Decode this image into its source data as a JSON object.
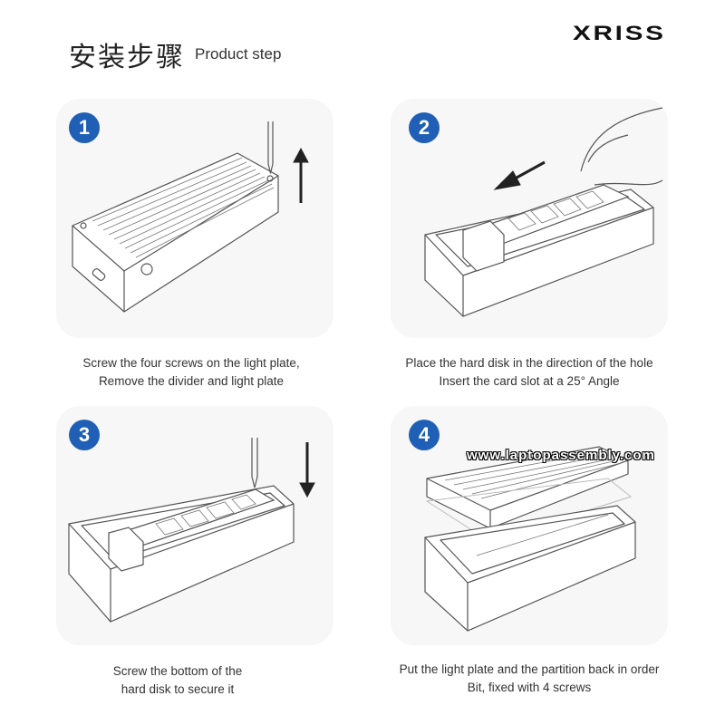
{
  "header": {
    "title_cn": "安装步骤",
    "title_en": "Product step",
    "brand": "XRISS"
  },
  "watermark": "www.laptopassembly.com",
  "steps": [
    {
      "number": "1",
      "caption_line1": "Screw the four screws on the light plate,",
      "caption_line2": "Remove the divider and light plate"
    },
    {
      "number": "2",
      "caption_line1": "Place the hard disk in the direction of the hole",
      "caption_line2": "Insert the card slot at a 25° Angle"
    },
    {
      "number": "3",
      "caption_line1": "Screw the bottom of the",
      "caption_line2": "hard disk to secure it"
    },
    {
      "number": "4",
      "caption_line1": "Put the light plate and the partition back in order",
      "caption_line2": "Bit, fixed with 4 screws"
    }
  ],
  "colors": {
    "badge": "#1f5fb5",
    "card_bg": "#f7f7f7"
  }
}
